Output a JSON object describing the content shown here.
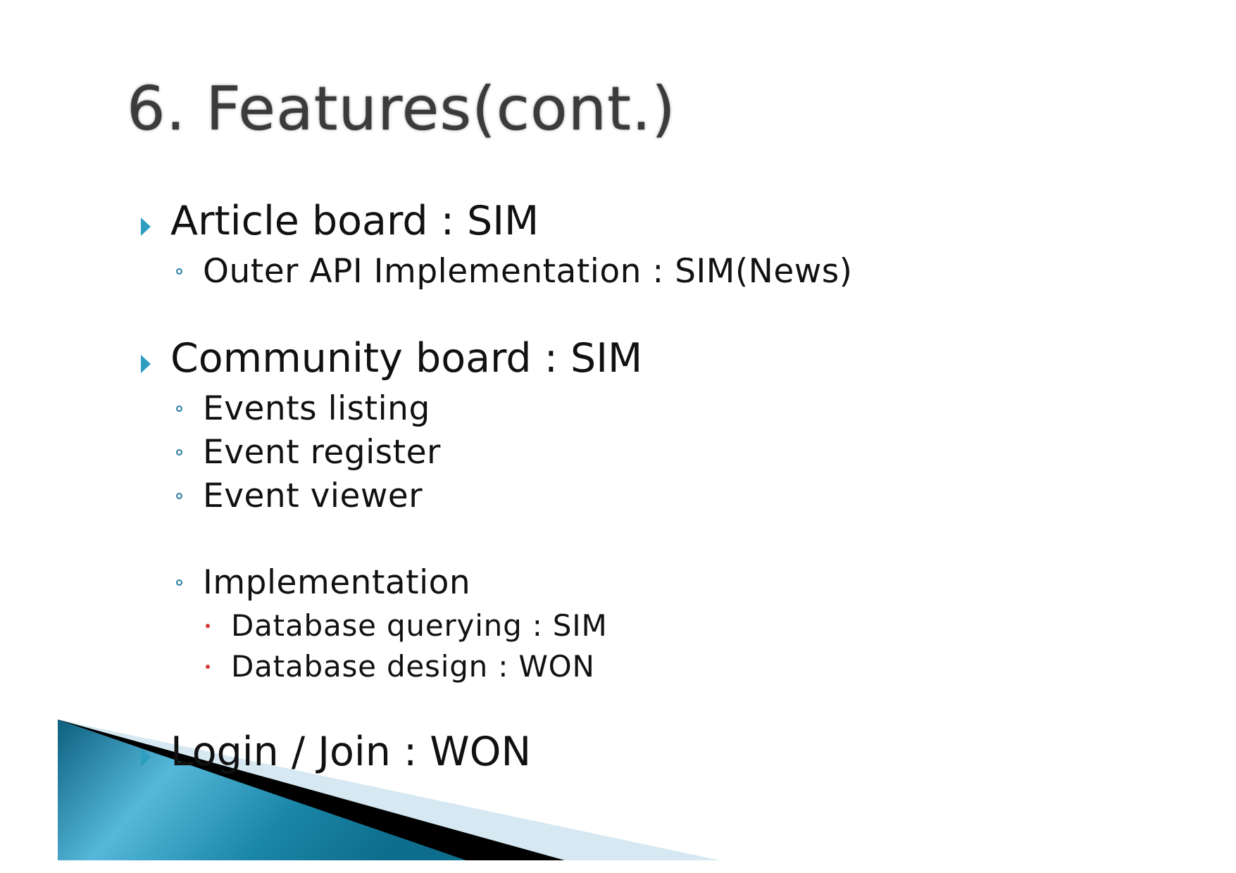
{
  "slide": {
    "title": "6. Features(cont.)",
    "items": [
      {
        "level": 1,
        "text": "Article board : SIM"
      },
      {
        "level": 2,
        "text": "Outer API Implementation  : SIM(News)"
      },
      {
        "level": 1,
        "text": "Community board : SIM"
      },
      {
        "level": 2,
        "text": "Events listing"
      },
      {
        "level": 2,
        "text": "Event register"
      },
      {
        "level": 2,
        "text": "Event viewer"
      },
      {
        "level": 2,
        "text": "Implementation"
      },
      {
        "level": 3,
        "text": "Database querying : SIM"
      },
      {
        "level": 3,
        "text": "Database design : WON"
      },
      {
        "level": 1,
        "text": "Login / Join : WON"
      }
    ]
  },
  "colors": {
    "accent": "#2e9ec0",
    "sub_bullet": "#2a7fa6",
    "third_bullet": "#d43a3a",
    "title": "#3b3b3b"
  }
}
